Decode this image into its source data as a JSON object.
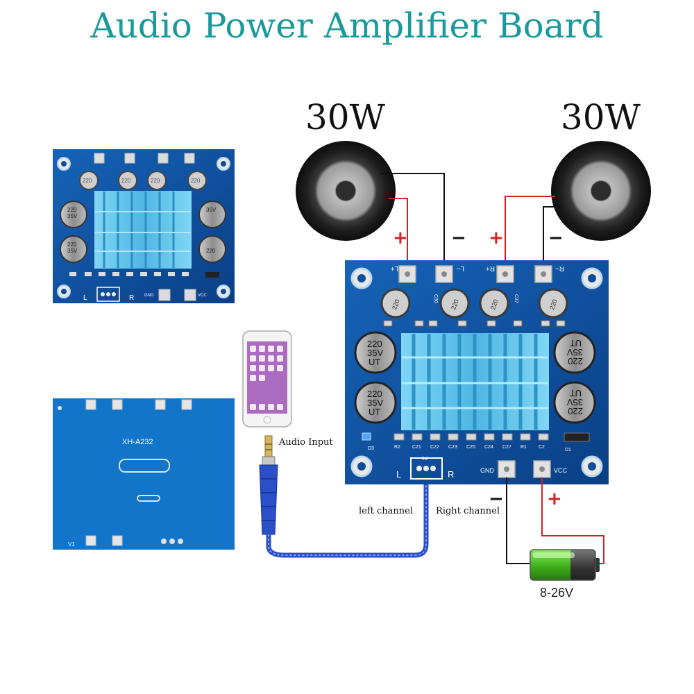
{
  "title": "Audio Power Amplifier Board",
  "speakers": [
    {
      "power": "30W"
    },
    {
      "power": "30W"
    }
  ],
  "polarity": {
    "plus": "+",
    "minus": "−"
  },
  "labels": {
    "audio_input": "Audio Input",
    "left_channel": "left channel",
    "right_channel": "Right channel",
    "voltage": "8-26V"
  },
  "board": {
    "terminals": {
      "l_plus": "L+",
      "l_minus": "L−",
      "r_plus": "R+",
      "r_minus": "R−",
      "gnd": "GND",
      "vcc": "VCC",
      "left": "L",
      "right": "R"
    },
    "cap_small": "220",
    "cap_big": [
      "220",
      "35V",
      "UT"
    ],
    "parts": [
      "R2",
      "C21",
      "C22",
      "C23",
      "C25",
      "C24",
      "C27",
      "R1",
      "C2"
    ],
    "diodes": [
      "D3",
      "D1"
    ],
    "cap_tags": [
      "C30",
      "C37"
    ],
    "connector": "P1",
    "back_model": "XH-A232",
    "back_v1": "V1"
  },
  "colors": {
    "title": "#1a9a9a",
    "pcb": "#0c4d9a",
    "heatsink": "#5cc3ec",
    "wire_red": "#d32020",
    "wire_black": "#111111",
    "cable_blue": "#2a4fc8",
    "battery_green": "#55cc22"
  }
}
